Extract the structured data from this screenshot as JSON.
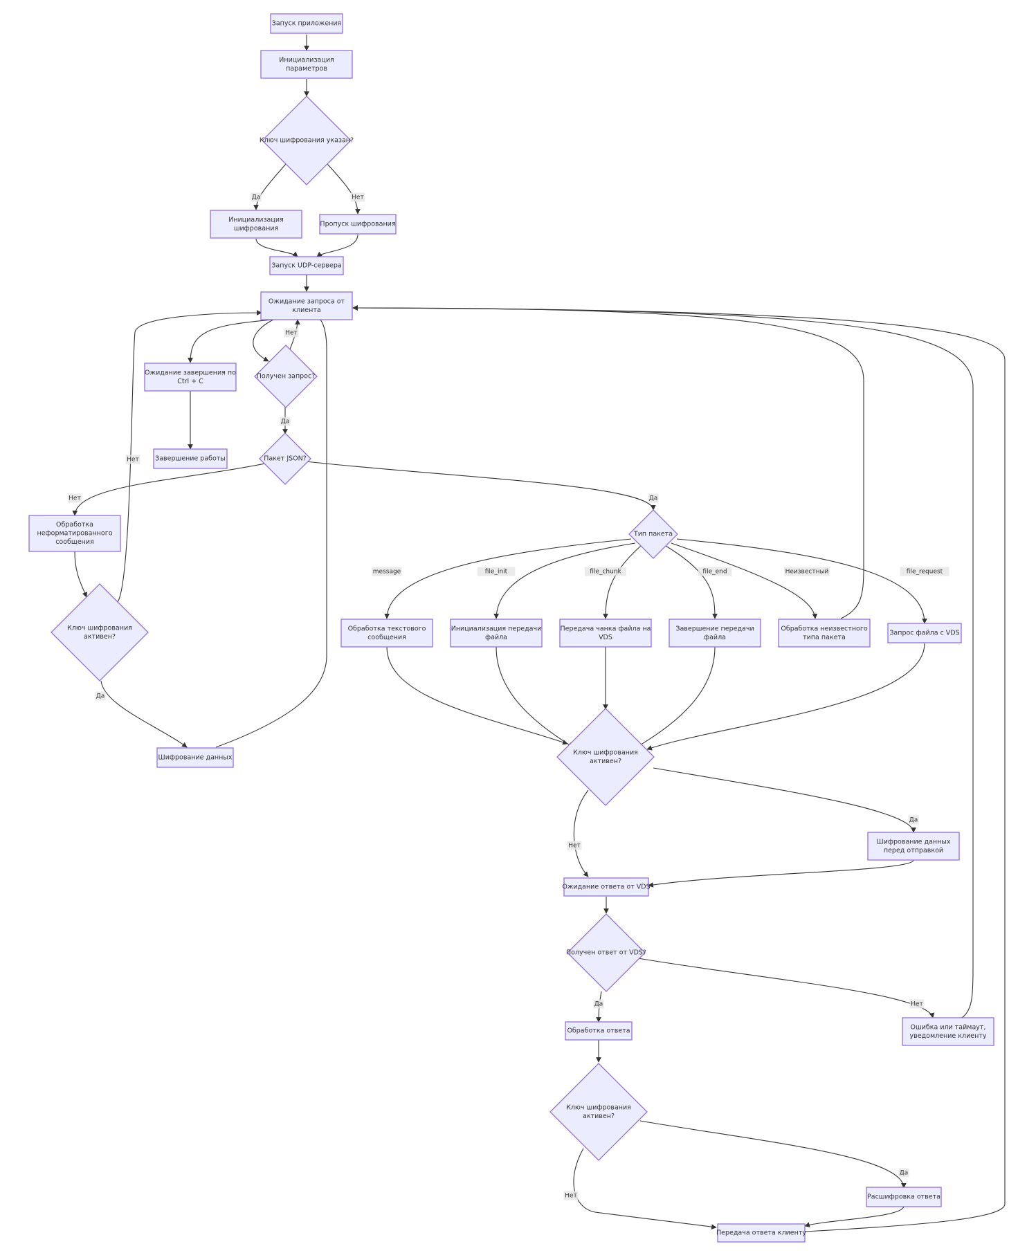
{
  "colors": {
    "node_fill": "#ECECFF",
    "node_stroke": "#9370DB",
    "edge": "#333333",
    "text": "#333333",
    "label_bg": "#e8e8e8"
  },
  "nodes": {
    "start": [
      "Запуск приложения"
    ],
    "init_params": [
      "Инициализация",
      "параметров"
    ],
    "key_given": [
      "Ключ шифрования указан?"
    ],
    "init_enc": [
      "Инициализация",
      "шифрования"
    ],
    "skip_enc": [
      "Пропуск шифрования"
    ],
    "udp_start": [
      "Запуск UDP-сервера"
    ],
    "wait_req": [
      "Ожидание запроса от",
      "клиента"
    ],
    "wait_ctrlc": [
      "Ожидание завершения по",
      "Ctrl + C"
    ],
    "shutdown": [
      "Завершение работы"
    ],
    "req_received": [
      "Получен запрос?"
    ],
    "is_json": [
      "Пакет JSON?"
    ],
    "unformatted": [
      "Обработка",
      "неформатированного",
      "сообщения"
    ],
    "key_active_a": [
      "Ключ шифрования",
      "активен?"
    ],
    "encrypt_a": [
      "Шифрование данных"
    ],
    "pkt_type": [
      "Тип пакета"
    ],
    "proc_text": [
      "Обработка текстового",
      "сообщения"
    ],
    "init_file": [
      "Инициализация передачи",
      "файла"
    ],
    "chunk_vds": [
      "Передача чанка файла на",
      "VDS"
    ],
    "finish_file": [
      "Завершение передачи",
      "файла"
    ],
    "unknown_pkt": [
      "Обработка неизвестного",
      "типа пакета"
    ],
    "file_req_vds": [
      "Запрос файла с VDS"
    ],
    "key_active_b": [
      "Ключ шифрования",
      "активен?"
    ],
    "encrypt_before": [
      "Шифрование данных",
      "перед отправкой"
    ],
    "wait_vds": [
      "Ожидание ответа от VDS"
    ],
    "vds_received": [
      "Получен ответ от VDS?"
    ],
    "err_timeout": [
      "Ошибка или таймаут,",
      "уведомление клиенту"
    ],
    "proc_resp": [
      "Обработка ответа"
    ],
    "key_active_c": [
      "Ключ шифрования",
      "активен?"
    ],
    "decrypt_resp": [
      "Расшифровка ответа"
    ],
    "send_client": [
      "Передача ответа клиенту"
    ]
  },
  "edge_labels": {
    "key_given_yes": "Да",
    "key_given_no": "Нет",
    "req_no": "Нет",
    "req_yes": "Да",
    "json_no": "Нет",
    "json_yes": "Да",
    "key_a_no": "Нет",
    "key_a_yes": "Да",
    "t_message": "message",
    "t_file_init": "file_init",
    "t_file_chunk": "file_chunk",
    "t_file_end": "file_end",
    "t_unknown": "Неизвестный",
    "t_file_request": "file_request",
    "key_b_yes": "Да",
    "key_b_no": "Нет",
    "vds_no": "Нет",
    "vds_yes": "Да",
    "key_c_yes": "Да",
    "key_c_no": "Нет"
  }
}
